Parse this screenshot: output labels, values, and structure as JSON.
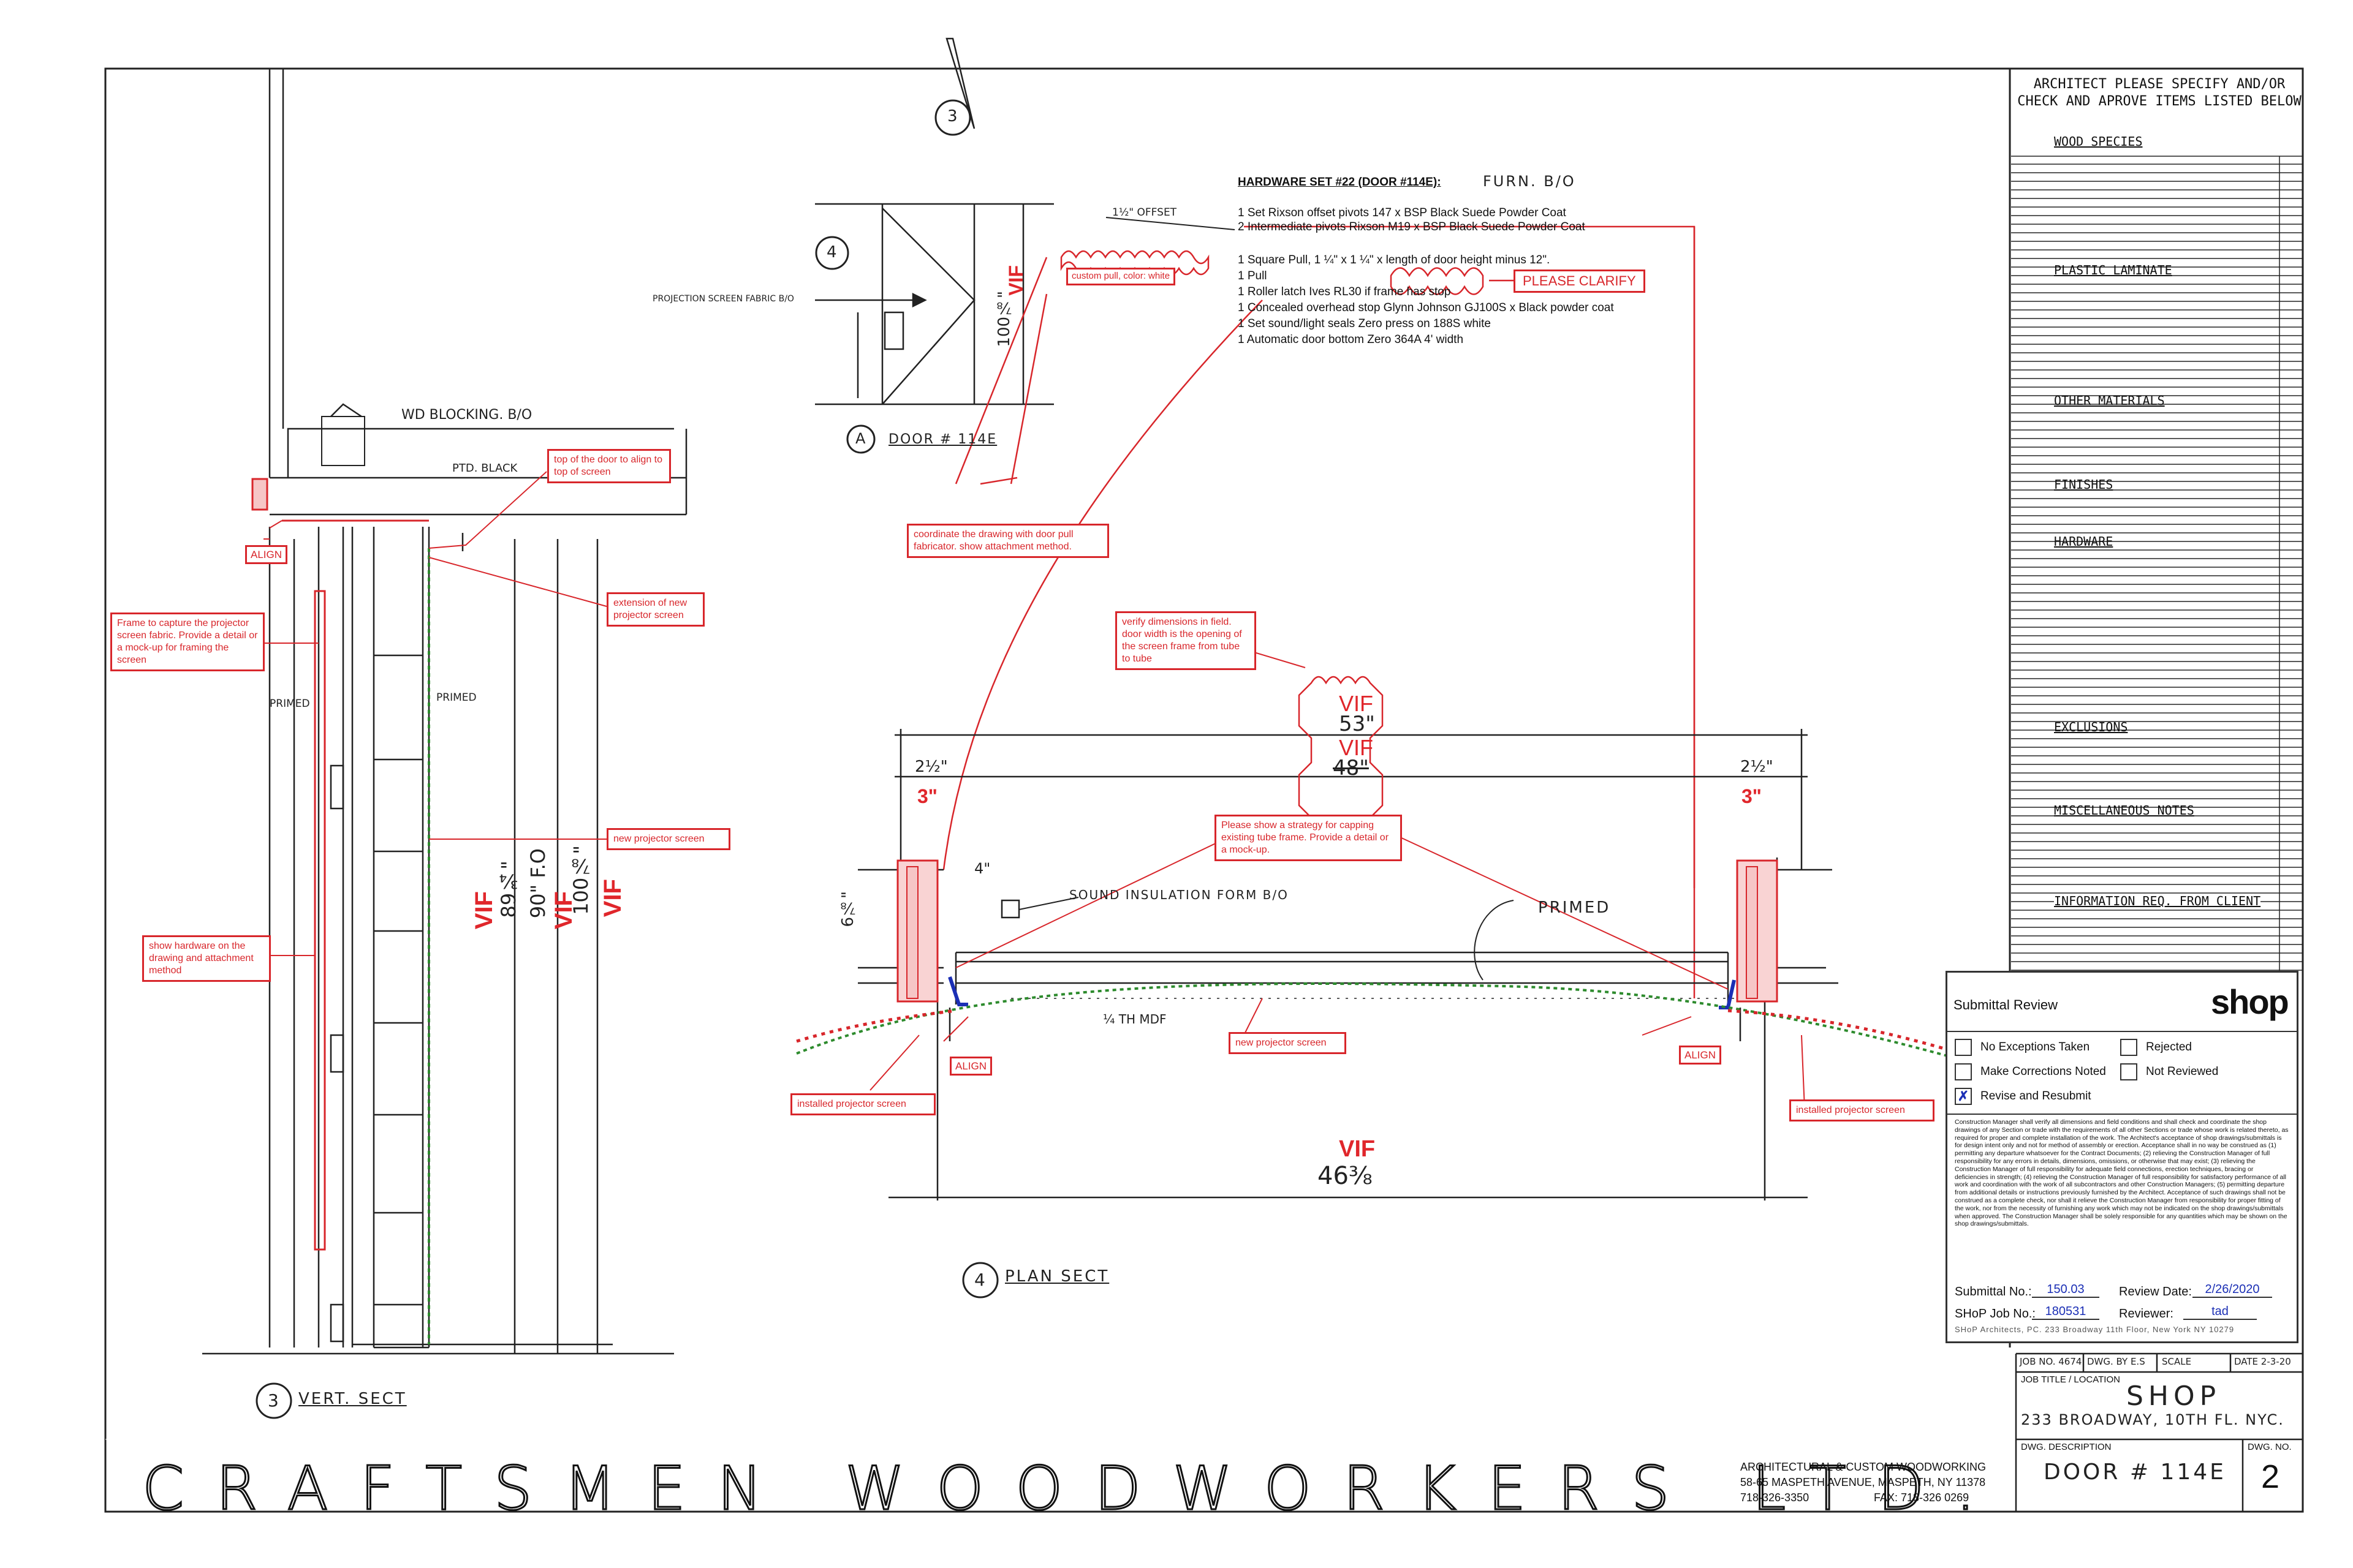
{
  "checklist": {
    "header": "ARCHITECT PLEASE SPECIFY AND/OR CHECK AND APROVE ITEMS LISTED BELOW",
    "sections": [
      "WOOD SPECIES",
      "PLASTIC LAMINATE",
      "OTHER MATERIALS",
      "FINISHES",
      "HARDWARE",
      "EXCLUSIONS",
      "MISCELLANEOUS NOTES",
      "INFORMATION REQ. FROM CLIENT"
    ]
  },
  "hardware": {
    "title": "HARDWARE SET #22 (DOOR #114E):",
    "furn": "FURN. B/O",
    "offset_note": "1½\" OFFSET",
    "lines": [
      "1 Set Rixson offset pivots 147 x BSP Black Suede Powder Coat",
      "2 Intermediate pivots Rixson M19 x BSP Black Suede Powder Coat",
      "1 Square Pull, 1 ¼\" x 1 ¼\" x length of door height minus 12\".",
      "1 Pull",
      "1 Roller latch Ives RL30 if frame has stop",
      "1 Concealed overhead stop Glynn Johnson GJ100S x Black powder coat",
      "1 Set sound/light seals Zero press on 188S white",
      "1 Automatic door bottom Zero 364A 4' width"
    ]
  },
  "annotations": {
    "custom_pull": "custom pull, color: white",
    "please_clarify": "PLEASE CLARIFY",
    "coordinate": "coordinate the drawing with door pull fabricator. show attachment method.",
    "top_of_door": "top of the door to align to top of screen",
    "extension": "extension of new projector screen",
    "frame_capture": "Frame to capture the projector screen fabric. Provide a detail or a mock-up for framing the screen",
    "new_screen_1": "new projector screen",
    "show_hardware": "show hardware on the drawing and attachment method",
    "verify_dims": "verify dimensions in field. door width is the opening of the screen frame from tube to tube",
    "capping": "Please show a strategy for capping existing tube frame. Provide a detail or a mock-up.",
    "new_screen_2": "new projector screen",
    "installed_left": "installed projector screen",
    "installed_right": "installed projector screen",
    "align": "ALIGN"
  },
  "vif": {
    "label": "VIF",
    "dim_53": "53\"",
    "dim_48": "48\"",
    "dim_46": "46⅜",
    "dim_3": "3\""
  },
  "sketch": {
    "wd_blocking": "WD BLOCKING. B/O",
    "ptd_black": "PTD. BLACK",
    "primed": "PRIMED",
    "primed_lower": "PRIMED",
    "projection_fabric": "PROJECTION SCREEN FABRIC B/O",
    "door_a": "DOOR # 114E",
    "sound_insulation": "SOUND INSULATION FORM B/O",
    "mdf": "¼ TH MDF",
    "dim_100": "100⅞\"",
    "dim_89": "89¾\"",
    "dim_90": "90\" F.O",
    "dim_4": "4\"",
    "dim_6": "6⅞\"",
    "dim_2": "2½\"",
    "vert_sect": "VERT. SECT",
    "plan_sect": "PLAN SECT",
    "tag_3": "3",
    "tag_4": "4",
    "tag_a": "A"
  },
  "company": {
    "name": "CRAFTSMEN WOODWORKERS LTD.",
    "line1": "ARCHITECTURAL & CUSTOM WOODWORKING",
    "line2": "58-65 MASPETH AVENUE, MASPETH, NY 11378",
    "phone": "718-326-3350",
    "fax": "FAX: 718-326 0269"
  },
  "review": {
    "title": "Submittal Review",
    "logo": "shop",
    "options": [
      "No Exceptions Taken",
      "Rejected",
      "Make Corrections Noted",
      "Not Reviewed",
      "Revise and Resubmit"
    ],
    "checked": "Revise and Resubmit",
    "legal": "Construction Manager shall verify all dimensions and field conditions and shall check and coordinate the shop drawings of any Section or trade with the requirements of all other Sections or trade whose work is related thereto, as required for proper and complete installation of the work. The Architect's acceptance of shop drawings/submittals is for design intent only and not for method of assembly or erection. Acceptance shall in no way be construed as (1) permitting any departure whatsoever for the Contract Documents; (2) relieving the Construction Manager of full responsibility for any errors in details, dimensions, omissions, or otherwise that may exist; (3) relieving the Construction Manager of full responsibility for adequate field connections, erection techniques, bracing or deficiencies in strength; (4) relieving the Construction Manager of full responsibility for satisfactory performance of all work and coordination with the work of all subcontractors and other Construction Managers; (5) permitting departure from additional details or instructions previously furnished by the Architect. Acceptance of such drawings shall not be construed as a complete check, nor shall it relieve the Construction Manager from responsibility for proper fitting of the work, nor from the necessity of furnishing any work which may not be indicated on the shop drawings/submittals when approved. The Construction Manager shall be solely responsible for any quantities which may be shown on the shop drawings/submittals.",
    "submittal_label": "Submittal No.:",
    "submittal_no": "150.03",
    "review_date_label": "Review Date:",
    "review_date": "2/26/2020",
    "job_label": "SHoP Job No.:",
    "job_no": "180531",
    "reviewer_label": "Reviewer:",
    "reviewer": "tad",
    "footer": "SHoP Architects, PC. 233 Broadway 11th Floor, New York NY 10279"
  },
  "titleblock": {
    "job_no": "JOB NO. 4674",
    "dwg_by": "DWG. BY E.S",
    "scale": "SCALE",
    "date": "DATE 2-3-20",
    "job_title_label": "JOB TITLE / LOCATION",
    "job_title": "SHOP",
    "location": "233 BROADWAY, 10TH FL. NYC.",
    "desc_label": "DWG. DESCRIPTION",
    "desc": "DOOR # 114E",
    "dwg_no_label": "DWG. NO.",
    "dwg_no": "2"
  }
}
